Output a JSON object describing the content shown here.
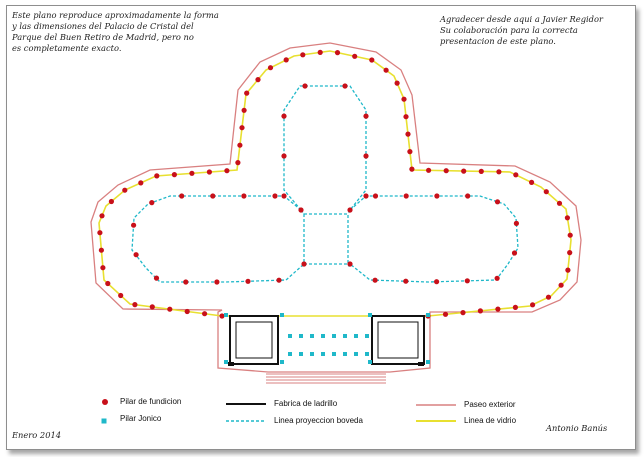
{
  "notes": {
    "left": [
      "Este plano reproduce aproximadamente la forma",
      "y las dimensiones del Palacio de Cristal del",
      "Parque del Buen Retiro de Madrid, pero no",
      "es completamente exacto."
    ],
    "right": [
      "Agradecer desde aqui a Javier Regidor",
      "Su colaboración para la correcta",
      "presentacion de este plano."
    ]
  },
  "legend": {
    "pilar_fundicion": "Pilar de fundicion",
    "pilar_jonico": "Pilar Jonico",
    "fabrica_ladrillo": "Fabrica de ladrillo",
    "linea_boveda": "Linea proyeccion boveda",
    "paseo_exterior": "Paseo exterior",
    "linea_vidrio": "Linea de vidrio"
  },
  "footer": {
    "date": "Enero 2014",
    "author": "Antonio Banús"
  },
  "colors": {
    "pilar_fundicion": "#c8101a",
    "pilar_jonico": "#1fb8c9",
    "fabrica_ladrillo": "#111111",
    "paseo_exterior": "#d98080",
    "linea_vidrio": "#e8e030",
    "background": "#ffffff"
  }
}
